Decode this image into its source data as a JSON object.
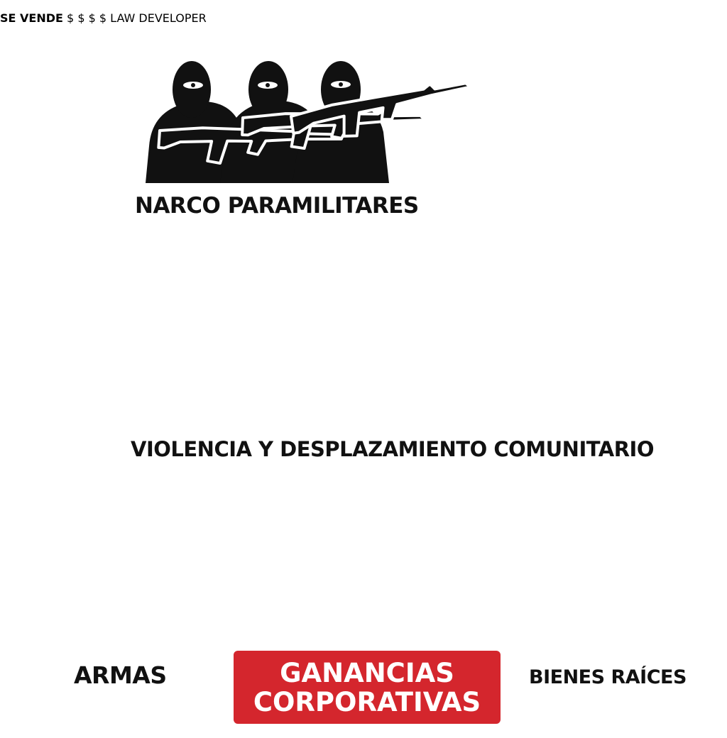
{
  "labels": {
    "top": "NARCO PARAMILITARES",
    "middle": "VIOLENCIA Y DESPLAZAMIENTO COMUNITARIO",
    "left": "ARMAS",
    "right": "BIENES RAÍCES"
  },
  "sign": "SE VENDE",
  "vest": {
    "line1": "LAW",
    "line2": "DEVELOPER"
  },
  "profit_box": {
    "line1": "GANANCIAS",
    "line2": "CORPORATIVAS"
  },
  "dollar_symbol": "$",
  "colors": {
    "accent": "#d4262d",
    "ink": "#111111",
    "background": "#ffffff"
  },
  "icons": [
    "masked-gunmen-icon",
    "house-for-sale-icon",
    "banknote-icon",
    "displaced-family-icon",
    "handshake-businessmen-icon",
    "bullets-icon",
    "buildings-icon",
    "dollar-sign-icon"
  ]
}
